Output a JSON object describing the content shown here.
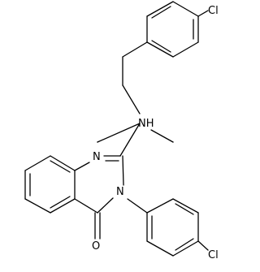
{
  "molecule": {
    "atoms": {
      "cl_top": "Cl",
      "nh": "NH",
      "n1": "N",
      "n3": "N",
      "o": "O",
      "cl_bottom": "Cl"
    },
    "colors": {
      "bond": "#000000",
      "label": "#000000",
      "background": "#ffffff"
    }
  }
}
